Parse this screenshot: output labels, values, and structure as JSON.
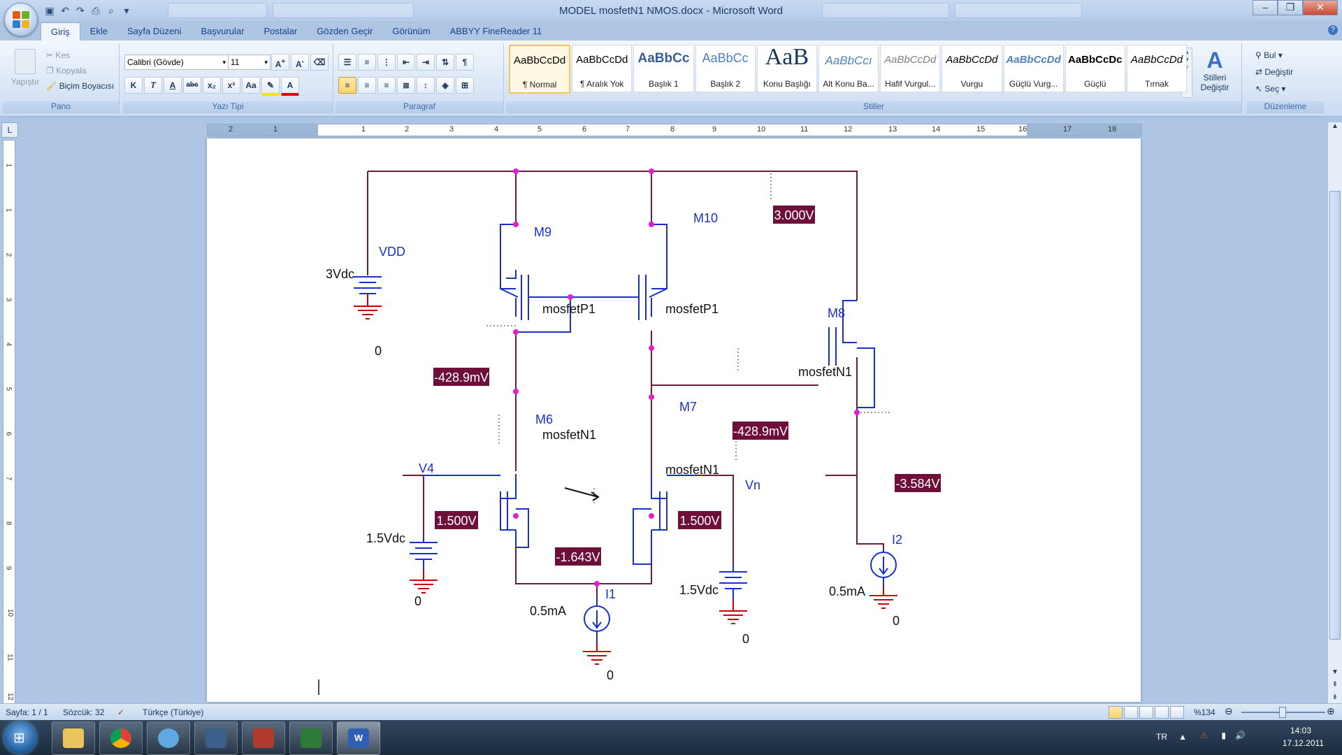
{
  "window": {
    "title": "MODEL mosfetN1 NMOS.docx - Microsoft Word",
    "controls": {
      "minimize": "–",
      "restore": "❐",
      "close": "✕"
    }
  },
  "ribbon_tabs": [
    "Giriş",
    "Ekle",
    "Sayfa Düzeni",
    "Başvurular",
    "Postalar",
    "Gözden Geçir",
    "Görünüm",
    "ABBYY FineReader 11"
  ],
  "clipboard": {
    "paste": "Yapıştır",
    "cut": "Kes",
    "copy": "Kopyala",
    "format_painter": "Biçim Boyacısı",
    "label": "Pano"
  },
  "font": {
    "name": "Calibri (Gövde)",
    "size": "11",
    "label": "Yazı Tipi",
    "bold": "K",
    "italic": "T",
    "underline": "A",
    "strike": "abc",
    "sub": "x₂",
    "sup": "x²",
    "case": "Aa"
  },
  "paragraph": {
    "label": "Paragraf"
  },
  "styles": {
    "label": "Stiller",
    "items": [
      {
        "preview": "AaBbCcDd",
        "name": "¶ Normal"
      },
      {
        "preview": "AaBbCcDd",
        "name": "¶ Aralık Yok"
      },
      {
        "preview": "AaBbCc",
        "name": "Başlık 1"
      },
      {
        "preview": "AaBbCc",
        "name": "Başlık 2"
      },
      {
        "preview": "AaB",
        "name": "Konu Başlığı"
      },
      {
        "preview": "AaBbCcı",
        "name": "Alt Konu Ba..."
      },
      {
        "preview": "AaBbCcDd",
        "name": "Hafif Vurgul..."
      },
      {
        "preview": "AaBbCcDd",
        "name": "Vurgu"
      },
      {
        "preview": "AaBbCcDd",
        "name": "Güçlü Vurg..."
      },
      {
        "preview": "AaBbCcDc",
        "name": "Güçlü"
      },
      {
        "preview": "AaBbCcDd",
        "name": "Tırnak"
      }
    ],
    "change_styles_1": "Stilleri",
    "change_styles_2": "Değiştir"
  },
  "editing": {
    "find": "Bul",
    "replace": "Değiştir",
    "select": "Seç",
    "label": "Düzenleme"
  },
  "ruler": {
    "h": [
      "2",
      "1",
      "1",
      "2",
      "3",
      "4",
      "5",
      "6",
      "7",
      "8",
      "9",
      "10",
      "11",
      "12",
      "13",
      "14",
      "15",
      "16",
      "17",
      "18"
    ],
    "v": [
      "1",
      "1",
      "2",
      "3",
      "4",
      "5",
      "6",
      "7",
      "8",
      "9",
      "10",
      "11",
      "12"
    ]
  },
  "circuit": {
    "labels": {
      "vdd": "VDD",
      "vdd_val": "3Vdc",
      "m9": "M9",
      "m10": "M10",
      "m8": "M8",
      "m6": "M6",
      "m7": "M7",
      "p1a": "mosfetP1",
      "p1b": "mosfetP1",
      "n1_m8": "mosfetN1",
      "n1_m6": "mosfetN1",
      "n1_m7": "mosfetN1",
      "v4": "V4",
      "v4_val": "1.5Vdc",
      "vn": "Vn",
      "vn_val": "1.5Vdc",
      "i1": "I1",
      "i1_val": "0.5mA",
      "i2": "I2",
      "i2_val": "0.5mA",
      "g1": "0",
      "g2": "0",
      "g3": "0",
      "g4": "0",
      "g5": "0"
    },
    "probes": {
      "p_3v": "3.000V",
      "p_m9": "-428.9mV",
      "p_m10": "-428.9mV",
      "p_m8": "-3.584V",
      "p_v4": "1.500V",
      "p_vn": "1.500V",
      "p_tail": "-1.643V"
    },
    "colors": {
      "wire": "#6b1f3f",
      "mosfet": "#1a2fcf",
      "ground": "#cc0000",
      "probe_bg": "#6e0f3a",
      "node": "#e020d0"
    }
  },
  "status_bar": {
    "page": "Sayfa: 1 / 1",
    "words": "Sözcük: 32",
    "language": "Türkçe (Türkiye)",
    "zoom": "%134"
  },
  "tray": {
    "lang": "TR",
    "time": "14:03",
    "date": "17.12.2011"
  }
}
